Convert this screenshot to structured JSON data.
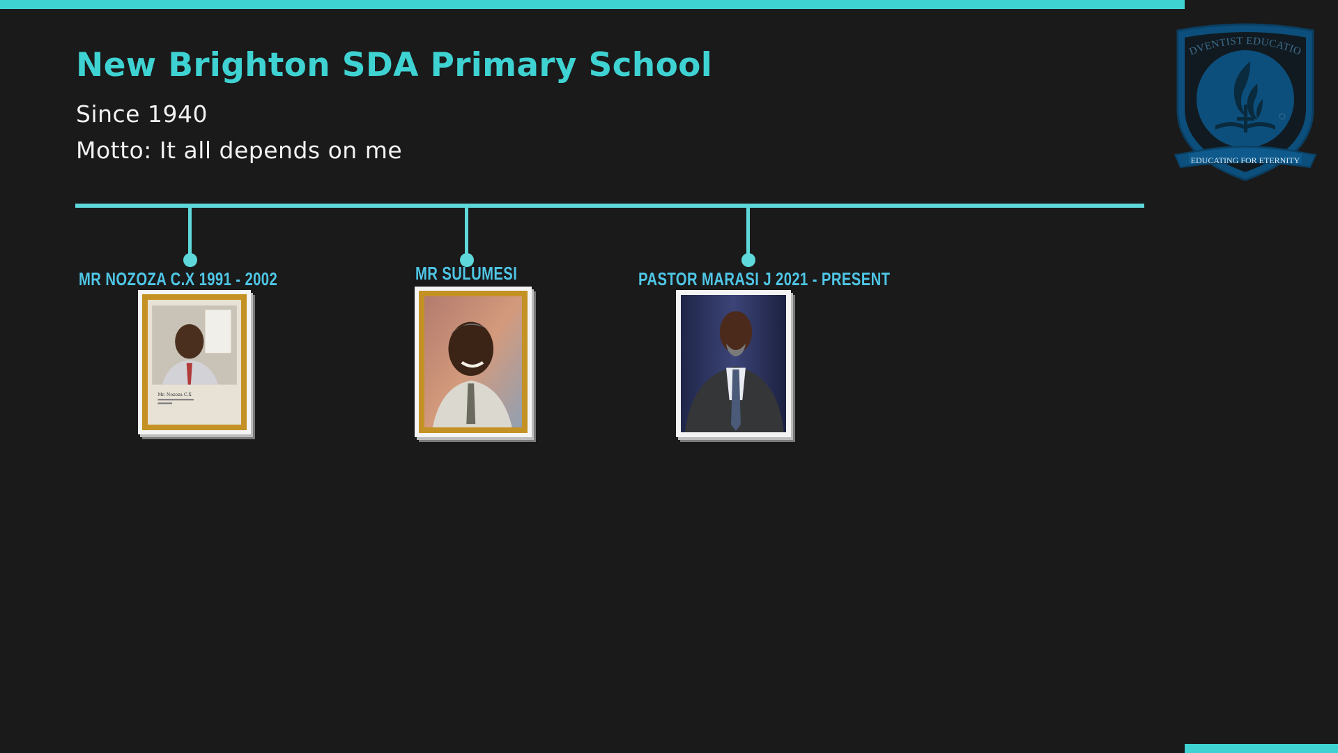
{
  "header": {
    "title": "New Brighton SDA Primary School",
    "since": "Since 1940",
    "motto": "Motto: It all depends on me"
  },
  "logo": {
    "top_text": "ADVENTIST EDUCATION",
    "ribbon_text": "EDUCATING FOR ETERNITY",
    "icon": "adventist-flame-icon",
    "color": "#0c4f7c"
  },
  "timeline": {
    "entries": [
      {
        "label": "MR NOZOZA C.X 1991 - 2002",
        "portrait": "framed-portrait-gold"
      },
      {
        "label": "MR SULUMESI",
        "portrait": "framed-portrait-gold"
      },
      {
        "label": "PASTOR MARASI J 2021 - PRESENT",
        "portrait": "framed-portrait-white"
      }
    ]
  },
  "colors": {
    "accent": "#3fd2d2",
    "label": "#4fc6e6",
    "background": "#1a1a1a"
  }
}
